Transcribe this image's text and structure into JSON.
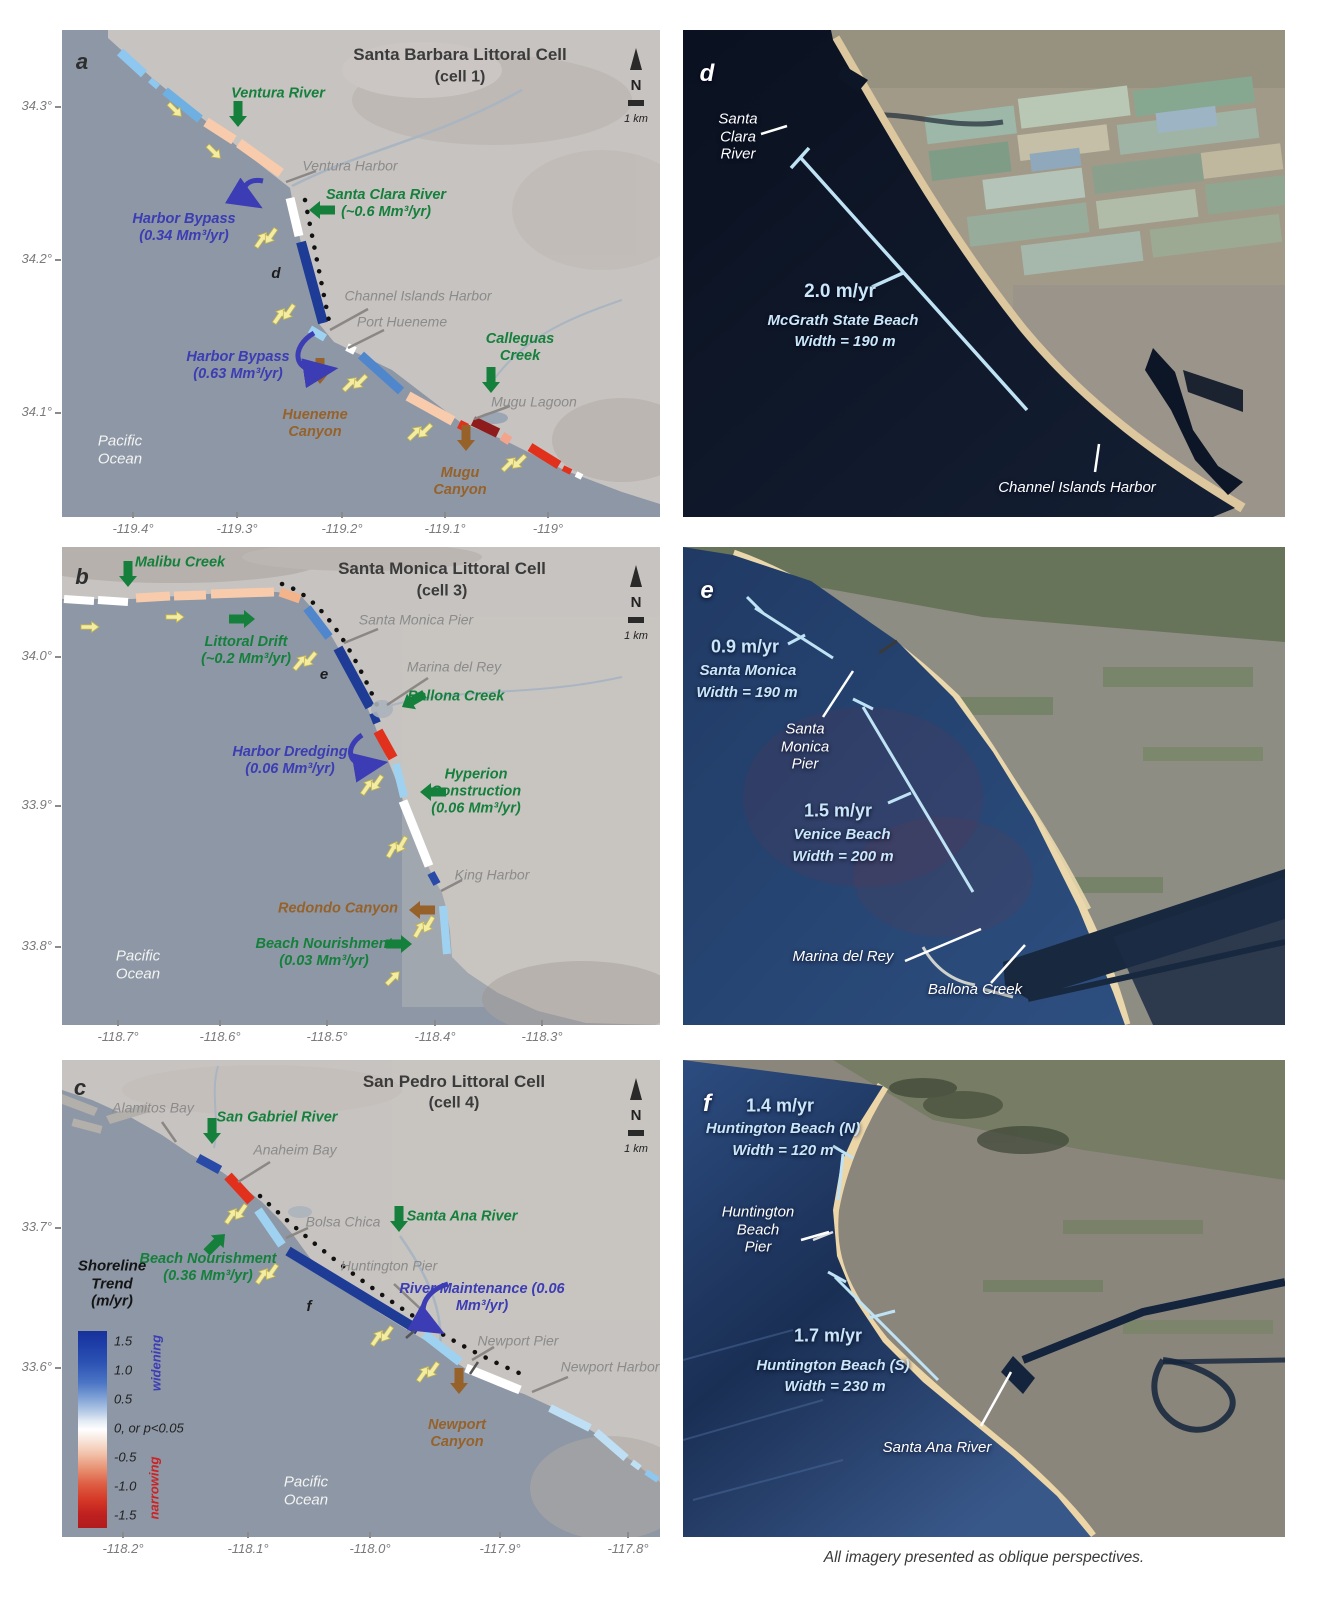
{
  "caption": "All imagery presented as oblique perspectives.",
  "legend": {
    "title": "Shoreline\nTrend\n(m/yr)",
    "ticks": [
      "1.5",
      "1.0",
      "0.5",
      "0, or p<0.05",
      "-0.5",
      "-1.0",
      "-1.5"
    ],
    "widening": "widening",
    "narrowing": "narrowing"
  },
  "colors": {
    "trend_widening": "#18309a",
    "trend_zero": "#ffffff",
    "trend_narrowing": "#b01c1e",
    "map_ocean": "#8d97a5",
    "map_land": "#c7c3c0",
    "river_label_green": "#15803c",
    "management_label_blue": "#3c3cb4",
    "canyon_label_brown": "#96622a",
    "transect_line": "#bfe3f5"
  },
  "panels": {
    "a": {
      "label": "a",
      "title": "Santa Barbara Littoral Cell",
      "subtitle": "(cell 1)",
      "north": "N",
      "scale": "1 km",
      "y_ticks": [
        "34.3°",
        "34.2°",
        "34.1°"
      ],
      "x_ticks": [
        "-119.4°",
        "-119.3°",
        "-119.2°",
        "-119.1°",
        "-119°"
      ],
      "labels": {
        "ventura_river": "Ventura River",
        "ventura_harbor": "Ventura Harbor",
        "santa_clara_river": "Santa Clara River\n(~0.6 Mm³/yr)",
        "harbor_bypass_1": "Harbor Bypass\n(0.34 Mm³/yr)",
        "ref_d": "d",
        "channel_islands_harbor": "Channel Islands Harbor",
        "port_hueneme": "Port Hueneme",
        "harbor_bypass_2": "Harbor Bypass\n(0.63 Mm³/yr)",
        "hueneme_canyon": "Hueneme\nCanyon",
        "calleguas_creek": "Calleguas\nCreek",
        "mugu_lagoon": "Mugu Lagoon",
        "mugu_canyon": "Mugu\nCanyon",
        "pacific_ocean": "Pacific\nOcean"
      }
    },
    "b": {
      "label": "b",
      "title": "Santa Monica Littoral Cell",
      "subtitle": "(cell 3)",
      "north": "N",
      "scale": "1 km",
      "y_ticks": [
        "34.0°",
        "33.9°",
        "33.8°"
      ],
      "x_ticks": [
        "-118.7°",
        "-118.6°",
        "-118.5°",
        "-118.4°",
        "-118.3°"
      ],
      "labels": {
        "malibu_creek": "Malibu Creek",
        "santa_monica_pier": "Santa Monica Pier",
        "littoral_drift": "Littoral Drift\n(~0.2 Mm³/yr)",
        "ref_e": "e",
        "marina_del_rey": "Marina del Rey",
        "ballona_creek": "Ballona Creek",
        "harbor_dredging": "Harbor Dredging\n(0.06 Mm³/yr)",
        "hyperion": "Hyperion\nConstruction\n(0.06 Mm³/yr)",
        "king_harbor": "King Harbor",
        "redondo_canyon": "Redondo Canyon",
        "beach_nourishment": "Beach Nourishment\n(0.03 Mm³/yr)",
        "pacific_ocean": "Pacific\nOcean"
      }
    },
    "c": {
      "label": "c",
      "title": "San Pedro Littoral Cell",
      "subtitle": "(cell 4)",
      "north": "N",
      "scale": "1 km",
      "y_ticks": [
        "33.7°",
        "33.6°"
      ],
      "x_ticks": [
        "-118.2°",
        "-118.1°",
        "-118.0°",
        "-117.9°",
        "-117.8°"
      ],
      "labels": {
        "alamitos_bay": "Alamitos Bay",
        "san_gabriel_river": "San Gabriel River",
        "anaheim_bay": "Anaheim Bay",
        "bolsa_chica": "Bolsa Chica",
        "santa_ana_river": "Santa Ana River",
        "huntington_pier": "Huntington Pier",
        "river_maintenance": "River Maintenance (0.06\nMm³/yr)",
        "beach_nourishment": "Beach Nourishment\n(0.36 Mm³/yr)",
        "ref_f": "f",
        "newport_pier": "Newport Pier",
        "newport_harbor": "Newport Harbor",
        "newport_canyon": "Newport\nCanyon",
        "pacific_ocean": "Pacific\nOcean"
      }
    }
  },
  "images": {
    "d": {
      "label": "d",
      "santa_clara_river": "Santa\nClara\nRiver",
      "rate": "2.0 m/yr",
      "beach": "McGrath State Beach",
      "width": "Width = 190 m",
      "channel_islands_harbor": "Channel Islands Harbor"
    },
    "e": {
      "label": "e",
      "rate1": "0.9 m/yr",
      "beach1": "Santa Monica",
      "width1": "Width = 190 m",
      "pier": "Santa\nMonica\nPier",
      "rate2": "1.5 m/yr",
      "beach2": "Venice Beach",
      "width2": "Width = 200 m",
      "marina_del_rey": "Marina del Rey",
      "ballona_creek": "Ballona Creek"
    },
    "f": {
      "label": "f",
      "rate1": "1.4 m/yr",
      "beach1": "Huntington Beach (N)",
      "width1": "Width = 120 m",
      "pier": "Huntington\nBeach\nPier",
      "rate2": "1.7 m/yr",
      "beach2": "Huntington Beach (S)",
      "width2": "Width = 230 m",
      "santa_ana_river": "Santa Ana River"
    }
  }
}
